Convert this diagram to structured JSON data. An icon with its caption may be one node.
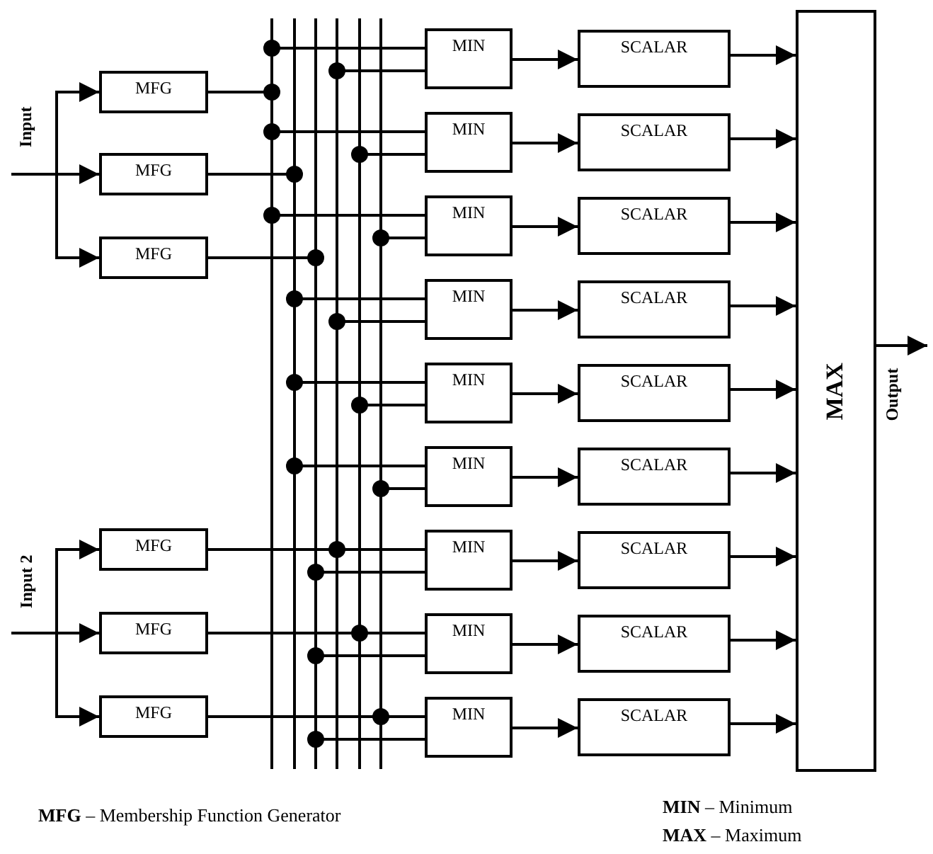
{
  "diagram": {
    "nodes": [
      {
        "text": [
          "MFG"
        ]
      },
      {
        "text": [
          "MFG"
        ]
      },
      {
        "text": [
          "MFG"
        ]
      },
      {
        "text": [
          "MFG"
        ]
      },
      {
        "text": [
          "MFG"
        ]
      },
      {
        "text": [
          "MFG"
        ]
      },
      {
        "text": [
          "MIN"
        ]
      },
      {
        "text": [
          "MIN"
        ]
      },
      {
        "text": [
          "MIN"
        ]
      },
      {
        "text": [
          "MIN"
        ]
      },
      {
        "text": [
          "MIN"
        ]
      },
      {
        "text": [
          "MIN"
        ]
      },
      {
        "text": [
          "MIN"
        ]
      },
      {
        "text": [
          "MIN"
        ]
      },
      {
        "text": [
          "MIN"
        ]
      },
      {
        "text": [
          "SCALAR"
        ]
      },
      {
        "text": [
          "SCALAR"
        ]
      },
      {
        "text": [
          "SCALAR"
        ]
      },
      {
        "text": [
          "SCALAR"
        ]
      },
      {
        "text": [
          "SCALAR"
        ]
      },
      {
        "text": [
          "SCALAR"
        ]
      },
      {
        "text": [
          "SCALAR"
        ]
      },
      {
        "text": [
          "SCALAR"
        ]
      },
      {
        "text": [
          "SCALAR"
        ]
      },
      {
        "text": [
          "MAX"
        ]
      }
    ],
    "edges": [
      {
        "from": null,
        "to": 0,
        "arrow": "to"
      },
      {
        "from": null,
        "to": 1,
        "arrow": "to"
      },
      {
        "from": null,
        "to": 2,
        "arrow": "to"
      },
      {
        "from": null,
        "to": 3,
        "arrow": "to"
      },
      {
        "from": null,
        "to": 4,
        "arrow": "to"
      },
      {
        "from": null,
        "to": 5,
        "arrow": "to"
      },
      {
        "from": 0,
        "to": 6,
        "arrow": "none"
      },
      {
        "from": 3,
        "to": 6,
        "arrow": "none"
      },
      {
        "from": 0,
        "to": 7,
        "arrow": "none"
      },
      {
        "from": 4,
        "to": 7,
        "arrow": "none"
      },
      {
        "from": 0,
        "to": 8,
        "arrow": "none"
      },
      {
        "from": 5,
        "to": 8,
        "arrow": "none"
      },
      {
        "from": 1,
        "to": 9,
        "arrow": "none"
      },
      {
        "from": 3,
        "to": 9,
        "arrow": "none"
      },
      {
        "from": 1,
        "to": 10,
        "arrow": "none"
      },
      {
        "from": 4,
        "to": 10,
        "arrow": "none"
      },
      {
        "from": 1,
        "to": 11,
        "arrow": "none"
      },
      {
        "from": 5,
        "to": 11,
        "arrow": "none"
      },
      {
        "from": 3,
        "to": 12,
        "arrow": "none"
      },
      {
        "from": 2,
        "to": 12,
        "arrow": "none"
      },
      {
        "from": 4,
        "to": 13,
        "arrow": "none"
      },
      {
        "from": 2,
        "to": 13,
        "arrow": "none"
      },
      {
        "from": 5,
        "to": 14,
        "arrow": "none"
      },
      {
        "from": 2,
        "to": 14,
        "arrow": "none"
      },
      {
        "from": 6,
        "to": 15,
        "arrow": "to"
      },
      {
        "from": 7,
        "to": 16,
        "arrow": "to"
      },
      {
        "from": 8,
        "to": 17,
        "arrow": "to"
      },
      {
        "from": 9,
        "to": 18,
        "arrow": "to"
      },
      {
        "from": 10,
        "to": 19,
        "arrow": "to"
      },
      {
        "from": 11,
        "to": 20,
        "arrow": "to"
      },
      {
        "from": 12,
        "to": 21,
        "arrow": "to"
      },
      {
        "from": 13,
        "to": 22,
        "arrow": "to"
      },
      {
        "from": 14,
        "to": 23,
        "arrow": "to"
      },
      {
        "from": 15,
        "to": 24,
        "arrow": "to"
      },
      {
        "from": 16,
        "to": 24,
        "arrow": "to"
      },
      {
        "from": 17,
        "to": 24,
        "arrow": "to"
      },
      {
        "from": 18,
        "to": 24,
        "arrow": "to"
      },
      {
        "from": 19,
        "to": 24,
        "arrow": "to"
      },
      {
        "from": 20,
        "to": 24,
        "arrow": "to"
      },
      {
        "from": 21,
        "to": 24,
        "arrow": "to"
      },
      {
        "from": 22,
        "to": 24,
        "arrow": "to"
      },
      {
        "from": 23,
        "to": 24,
        "arrow": "to"
      },
      {
        "from": 24,
        "to": null,
        "arrow": "to"
      }
    ],
    "labels": [
      "Input",
      "Input 2",
      "Output",
      "**MFG** – Membership Function Generator",
      "**MIN** – Minimum",
      "**MAX** – Maximum"
    ]
  }
}
